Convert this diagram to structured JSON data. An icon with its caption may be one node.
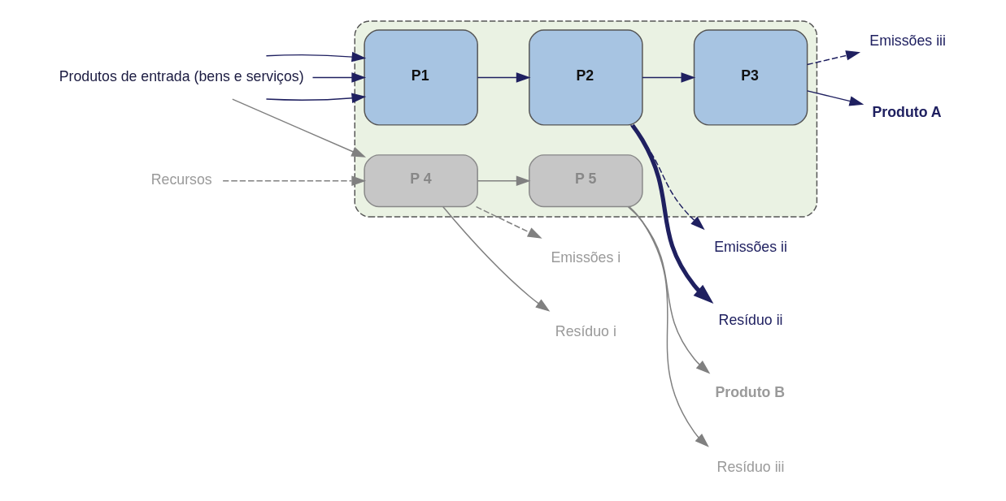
{
  "diagram": {
    "nodes": [
      {
        "text": [],
        "shape": "box"
      },
      {
        "text": [
          "P1"
        ],
        "in": 0
      },
      {
        "text": [
          "P2"
        ],
        "in": 0
      },
      {
        "text": [
          "P3"
        ],
        "in": 0
      },
      {
        "text": [
          "P 4"
        ],
        "in": 0
      },
      {
        "text": [
          "P 5"
        ],
        "in": 0
      },
      {
        "text": [
          "Produtos de entrada (bens e serviços)"
        ]
      },
      {
        "text": [
          "Recursos"
        ]
      },
      {
        "text": [
          "Emissões i"
        ]
      },
      {
        "text": [
          "Emissões ii"
        ]
      },
      {
        "text": [
          "Emissões iii"
        ]
      },
      {
        "text": [
          "Produto A"
        ]
      },
      {
        "text": [
          "Produto B"
        ]
      },
      {
        "text": [
          "Resíduo i"
        ]
      },
      {
        "text": [
          "Resíduo ii"
        ]
      },
      {
        "text": [
          "Resíduo iii"
        ]
      }
    ],
    "edges": [
      {
        "from": 6,
        "to": 1,
        "arrow": "to"
      },
      {
        "from": 6,
        "to": 1,
        "arrow": "to"
      },
      {
        "from": 6,
        "to": 1,
        "arrow": "to"
      },
      {
        "from": 6,
        "to": 4,
        "arrow": "to",
        "color": "#808080"
      },
      {
        "from": 7,
        "to": 4,
        "arrow": "to",
        "style": "dashed",
        "color": "#808080"
      },
      {
        "from": 1,
        "to": 2,
        "arrow": "to"
      },
      {
        "from": 2,
        "to": 3,
        "arrow": "to"
      },
      {
        "from": 3,
        "to": 11,
        "arrow": "to"
      },
      {
        "from": 4,
        "to": 5,
        "arrow": "to",
        "color": "#808080"
      },
      {
        "from": 5,
        "to": 12,
        "arrow": "to",
        "color": "#808080"
      },
      {
        "from": 4,
        "to": 8,
        "arrow": "to",
        "style": "dashed",
        "color": "#808080"
      },
      {
        "from": 2,
        "to": 9,
        "arrow": "to",
        "style": "dashed"
      },
      {
        "from": 3,
        "to": 10,
        "arrow": "to",
        "style": "dashed"
      },
      {
        "from": 4,
        "to": 13,
        "arrow": "to",
        "color": "#808080"
      },
      {
        "from": 2,
        "to": 14,
        "arrow": "to",
        "style": "thick"
      },
      {
        "from": 5,
        "to": 15,
        "arrow": "to",
        "color": "#808080"
      }
    ]
  }
}
